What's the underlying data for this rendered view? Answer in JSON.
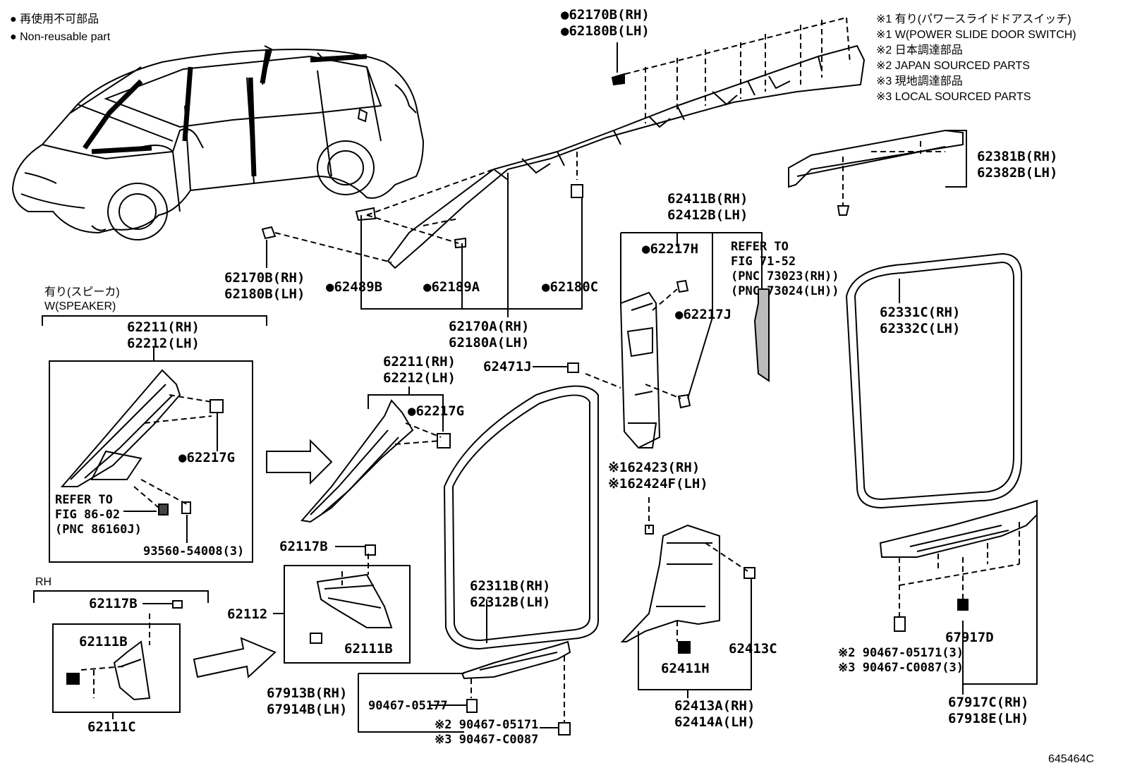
{
  "legend": {
    "reuse_jp": "● 再使用不可部品",
    "reuse_en": "● Non-reusable part"
  },
  "notes": [
    "※1 有り(パワースライドドアスイッチ)",
    "※1 W(POWER SLIDE DOOR SWITCH)",
    "※2 日本調達部品",
    "※2 JAPAN SOURCED PARTS",
    "※3 現地調達部品",
    "※3 LOCAL SOURCED PARTS"
  ],
  "labels": {
    "p62170B_top_rh": "●62170B(RH)",
    "p62180B_top_lh": "●62180B(LH)",
    "p62170B_rh": "62170B(RH)",
    "p62180B_lh": "62180B(LH)",
    "p62489B": "●62489B",
    "p62189A": "●62189A",
    "p62180C": "●62180C",
    "p62170A_rh": "62170A(RH)",
    "p62180A_lh": "62180A(LH)",
    "p62381B_rh": "62381B(RH)",
    "p62382B_lh": "62382B(LH)",
    "p62411B_rh": "62411B(RH)",
    "p62412B_lh": "62412B(LH)",
    "p62217H": "●62217H",
    "p62217J": "●62217J",
    "refer_to_71": "REFER TO",
    "fig_71_52": "FIG 71-52",
    "pnc_73023": "(PNC 73023(RH))",
    "pnc_73024": "(PNC 73024(LH))",
    "p62331C_rh": "62331C(RH)",
    "p62332C_lh": "62332C(LH)",
    "speaker_jp": "有り(スピーカ)",
    "speaker_en": "W(SPEAKER)",
    "p62211_rh_a": "62211(RH)",
    "p62212_lh_a": "62212(LH)",
    "p62217G_a": "●62217G",
    "refer_to_86": "REFER TO",
    "fig_86_02": "FIG 86-02",
    "pnc_86160J": "(PNC 86160J)",
    "p93560": "93560-54008(3)",
    "p62211_rh_b": "62211(RH)",
    "p62212_lh_b": "62212(LH)",
    "p62217G_b": "●62217G",
    "p62471J": "62471J",
    "p62423_rh": "※162423(RH)",
    "p62424F_lh": "※162424F(LH)",
    "rh": "RH",
    "p62117B_a": "62117B",
    "p62111B_a": "62111B",
    "p62111C": "62111C",
    "p62117B_b": "62117B",
    "p62112": "62112",
    "p62111B_b": "62111B",
    "p62311B_rh": "62311B(RH)",
    "p62312B_lh": "62312B(LH)",
    "p67913B_rh": "67913B(RH)",
    "p67914B_lh": "67914B(LH)",
    "p90467_05177": "90467-05177",
    "p90467_05171_a": "※2 90467-05171",
    "p90467_C0087_a": "※3 90467-C0087",
    "p62411H": "62411H",
    "p62413C": "62413C",
    "p62413A_rh": "62413A(RH)",
    "p62414A_lh": "62414A(LH)",
    "p67917D": "67917D",
    "p90467_05171_b": "※2 90467-05171(3)",
    "p90467_C0087_b": "※3 90467-C0087(3)",
    "p67917C_rh": "67917C(RH)",
    "p67918E_lh": "67918E(LH)",
    "fig_code": "645464C"
  },
  "colors": {
    "ink": "#000000",
    "background": "#ffffff",
    "fill_gray": "#8a8a8a"
  }
}
